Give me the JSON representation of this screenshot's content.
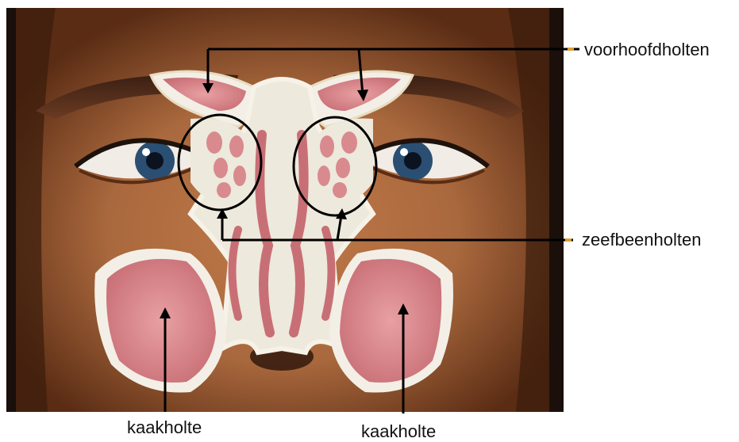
{
  "labels": {
    "frontal": "voorhoofdholten",
    "ethmoid": "zeefbeenholten",
    "maxillary_left": "kaakholte",
    "maxillary_right": "kaakholte"
  },
  "colors": {
    "skin": "#a9683d",
    "skin_dark": "#5a2c14",
    "hair": "#1a0f0a",
    "sinus_fill": "#d98a8e",
    "sinus_edge": "#f3efe6",
    "sinus_inner": "#e9e6da",
    "annotation": "#000000",
    "accent_mark": "#e0a030"
  }
}
